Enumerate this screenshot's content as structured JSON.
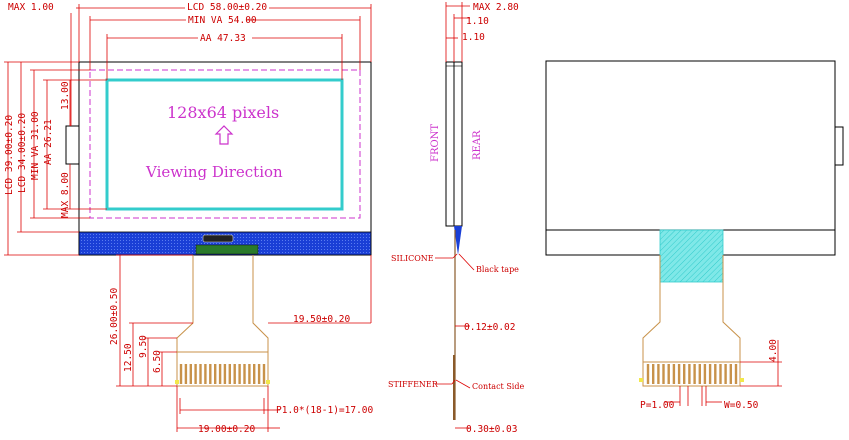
{
  "front_view": {
    "display_text": "128x64 pixels",
    "viewing_text": "Viewing Direction",
    "dims_top": [
      "MAX 1.00",
      "LCD 58.00±0.20",
      "MIN VA 54.00",
      "AA 47.33"
    ],
    "dims_left": [
      "LCD 39.00±0.20",
      "LCD 34.00±0.20",
      "MIN VA 31.00",
      "AA 26.21",
      "13.00",
      "MAX 8.00"
    ],
    "dims_fpc": [
      "26.00±0.50",
      "12.50",
      "9.50",
      "6.50",
      "19.50±0.20",
      "P1.0*(18-1)=17.00",
      "19.00±0.20"
    ]
  },
  "side_view": {
    "dims": [
      "MAX 2.80",
      "1.10",
      "1.10",
      "0.12±0.02",
      "0.30±0.03"
    ],
    "labels": [
      "FRONT",
      "REAR",
      "SILICONE",
      "Black tape",
      "STIFFENER",
      "Contact Side"
    ]
  },
  "rear_view": {
    "dims": [
      "4.00",
      "P=1.00",
      "W=0.50"
    ]
  },
  "colors": {
    "dimension": "#cc0000",
    "viewing_area": "#cc33cc",
    "active_area": "#33cccc",
    "ledge": "#1a3fd6",
    "fpc": "#c8924a",
    "stiffener_hatch": "#66e0e0"
  }
}
